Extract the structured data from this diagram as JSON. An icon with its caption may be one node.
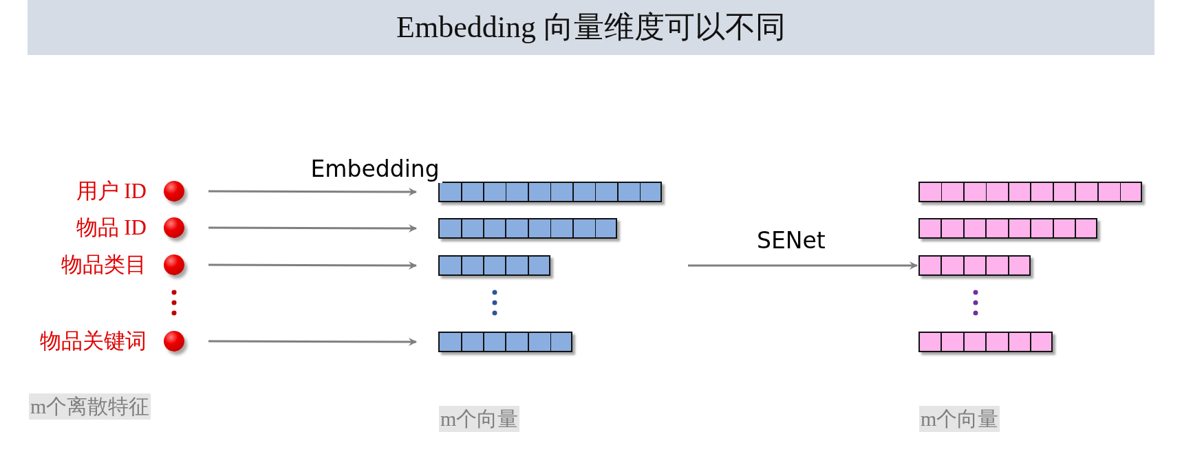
{
  "diagram": {
    "title": "Embedding 向量维度可以不同",
    "nodes": [
      {
        "text": [],
        "shape": "circle",
        "beside": [
          "用户 ID"
        ]
      },
      {
        "text": [],
        "shape": "circle",
        "beside": [
          "物品 ID"
        ]
      },
      {
        "text": [],
        "shape": "circle",
        "beside": [
          "物品类目"
        ]
      },
      {
        "text": [],
        "shape": "circle",
        "beside": [
          "物品关键词"
        ]
      },
      {
        "text": [],
        "shape": "bar"
      },
      {
        "text": [],
        "shape": "bar"
      },
      {
        "text": [],
        "shape": "bar"
      },
      {
        "text": [],
        "shape": "bar"
      },
      {
        "text": [],
        "shape": "bar"
      },
      {
        "text": [],
        "shape": "bar"
      },
      {
        "text": [],
        "shape": "bar"
      },
      {
        "text": [],
        "shape": "bar"
      }
    ],
    "edges": [
      {
        "from": 0,
        "to": 4,
        "arrow": "to",
        "label": "Embedding"
      },
      {
        "from": 1,
        "to": 5,
        "arrow": "to"
      },
      {
        "from": 2,
        "to": 6,
        "arrow": "to"
      },
      {
        "from": 3,
        "to": 7,
        "arrow": "to"
      },
      {
        "from": null,
        "to": 10,
        "arrow": "to",
        "label": "SENet"
      }
    ],
    "labels": [
      "m个离散特征",
      "m个向量",
      "m个向量"
    ]
  }
}
